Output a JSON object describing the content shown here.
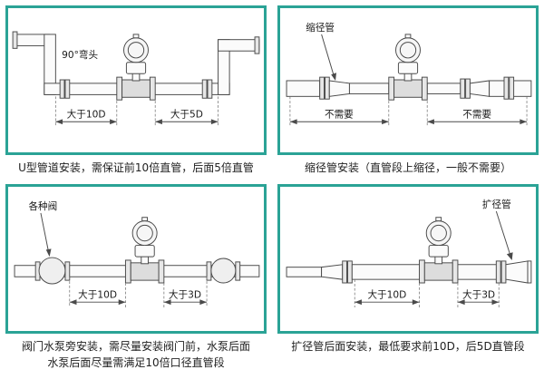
{
  "colors": {
    "accent": "#2ba396",
    "caption_text": "#222222"
  },
  "panels": {
    "u_type": {
      "labels": {
        "elbow": "90°弯头",
        "dim_left": "大于10D",
        "dim_right": "大于5D"
      },
      "caption": "U型管道安装，需保证前10倍直管，后面5倍直管"
    },
    "reducer": {
      "labels": {
        "part": "缩径管",
        "dim_left": "不需要",
        "dim_right": "不需要"
      },
      "caption": "缩径管安装（直管段上缩径，一般不需要）"
    },
    "valve_pump": {
      "labels": {
        "part": "各种阀",
        "dim_left": "大于10D",
        "dim_right": "大于3D"
      },
      "caption_line1": "阀门水泵旁安装，需尽量安装阀门前，水泵后面",
      "caption_line2": "水泵后面尽量需满足10倍口径直管段"
    },
    "expander": {
      "labels": {
        "part": "扩径管",
        "dim_left": "大于10D",
        "dim_right": "大于3D"
      },
      "caption": "扩径管后面安装，最低要求前10D，后5D直管段"
    }
  }
}
